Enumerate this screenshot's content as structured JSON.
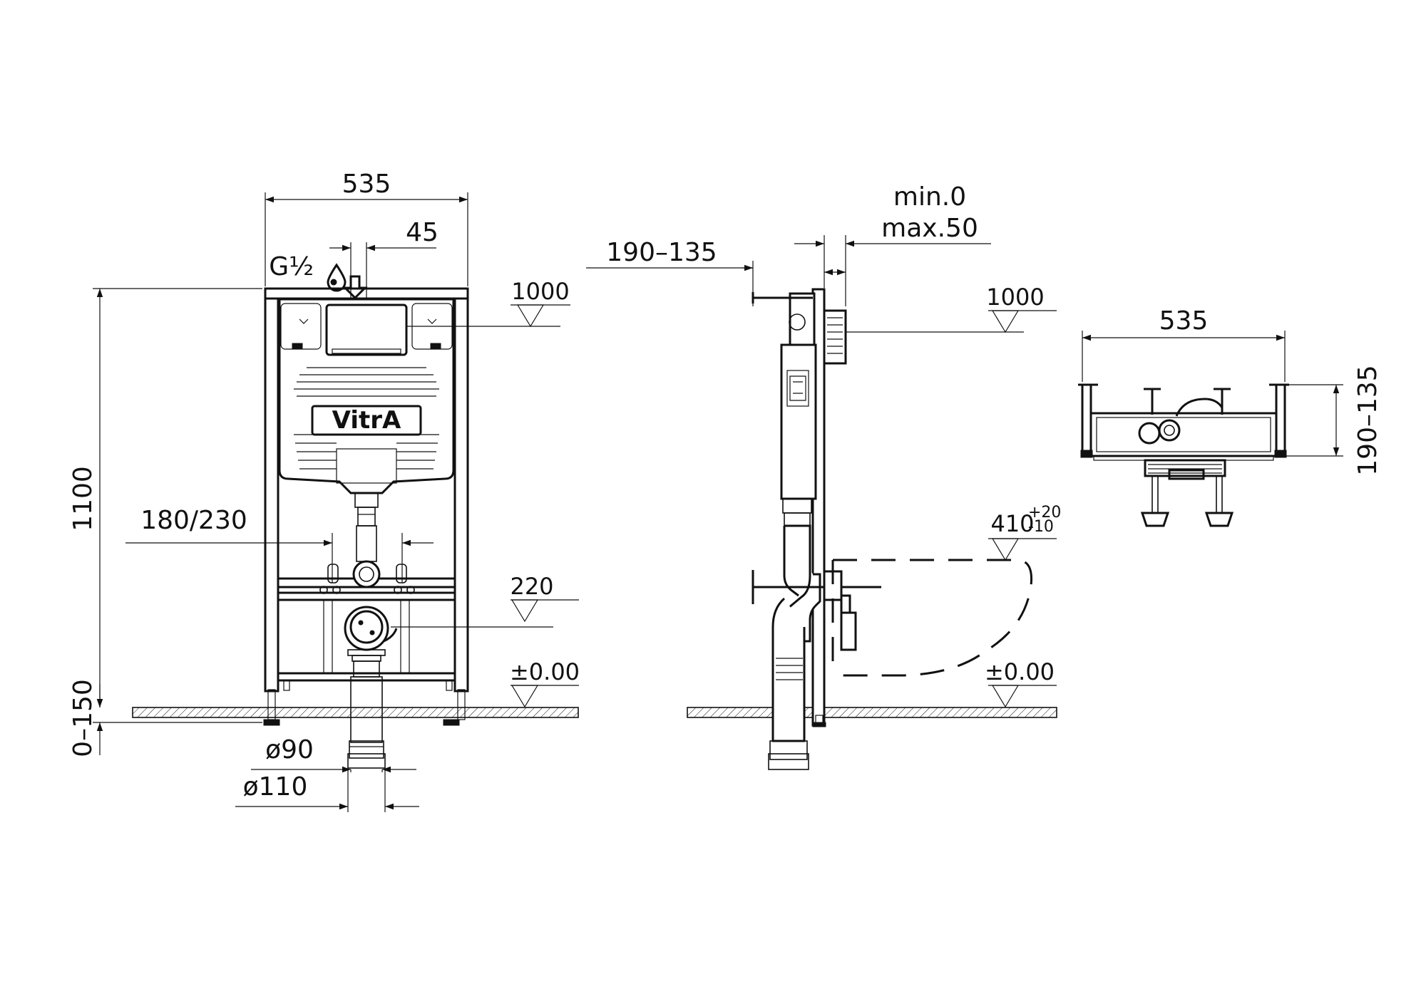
{
  "front_view": {
    "width_top": "535",
    "offset_45": "45",
    "inlet_thread": "G½",
    "height_total": "1100",
    "adjust_range": "0–150",
    "level_1000": "1000",
    "spacing_180_230": "180/230",
    "level_220": "220",
    "level_zero": "±0.00",
    "pipe_90": "ø90",
    "pipe_110": "ø110",
    "logo": "VitrA"
  },
  "side_view": {
    "depth_190_135": "190–135",
    "wall_min": "min.0",
    "wall_max": "max.50",
    "level_1000": "1000",
    "level_410": "410",
    "tolerance_plus": "+20",
    "tolerance_minus": "-10",
    "level_zero": "±0.00"
  },
  "top_view": {
    "width": "535",
    "depth_190_135": "190–135"
  },
  "colors": {
    "line": "#111111",
    "background": "#ffffff"
  }
}
